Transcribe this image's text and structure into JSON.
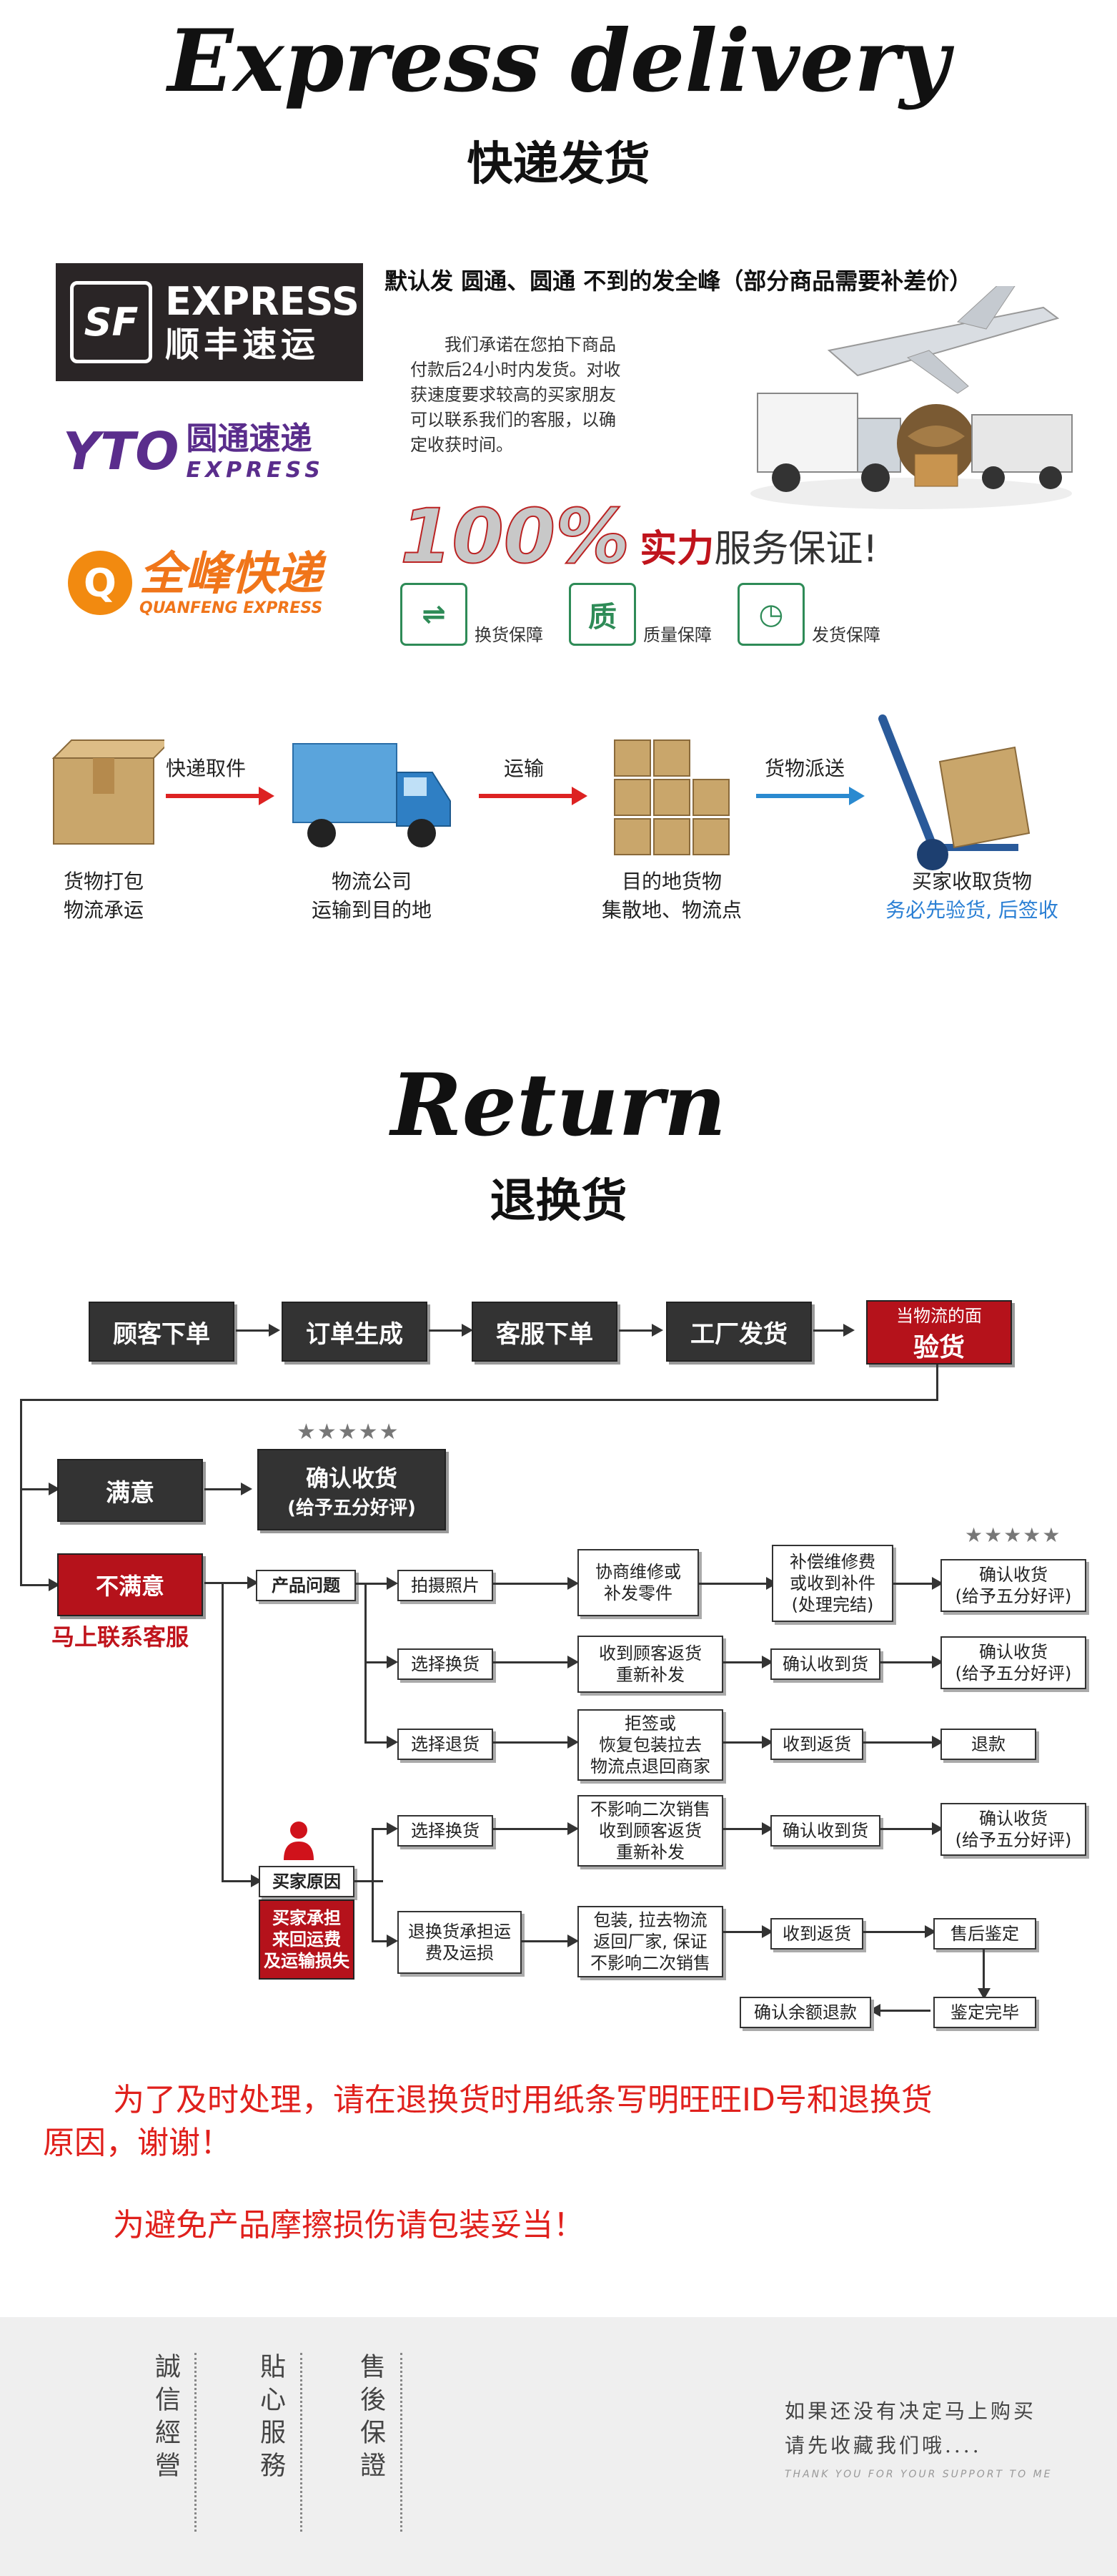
{
  "express": {
    "title_en": "Express delivery",
    "title_cn": "快递发货",
    "carriers": {
      "sf": {
        "en": "EXPRESS",
        "cn": "顺丰速运",
        "mark": "SF"
      },
      "yto": {
        "mark": "YTO",
        "cn": "圆通速递",
        "en": "EXPRESS"
      },
      "qf": {
        "cn": "全峰快递",
        "en": "QUANFENG EXPRESS"
      }
    },
    "default_line": "默认发 圆通、圆通 不到的发全峰（部分商品需要补差价）",
    "promise": [
      "我们承诺在您拍下商品",
      "付款后24小时内发货。对收",
      "获速度要求较高的买家朋友",
      "可以联系我们的客服，以确",
      "定收获时间。"
    ],
    "guarantee_num": "100%",
    "guarantee_bold": "实力",
    "guarantee_rest": "服务保证!",
    "badges": [
      {
        "glyph": "⇌",
        "label": "换货保障"
      },
      {
        "glyph": "质",
        "label": "质量保障"
      },
      {
        "glyph": "◷",
        "label": "发货保障"
      }
    ]
  },
  "flow": {
    "arrow1": "快递取件",
    "arrow2": "运输",
    "arrow3": "货物派送",
    "step1": [
      "货物打包",
      "物流承运"
    ],
    "step2": [
      "物流公司",
      "运输到目的地"
    ],
    "step3": [
      "目的地货物",
      "集散地、物流点"
    ],
    "step4_line1": "买家收取货物",
    "step4_line2": "务必先验货, 后签收"
  },
  "ret": {
    "title_en": "Return",
    "title_cn": "退换货",
    "top": [
      "顾客下单",
      "订单生成",
      "客服下单",
      "工厂发货"
    ],
    "inspect_small": "当物流的面",
    "inspect_big": "验货",
    "satisfied": "满意",
    "confirm": [
      "确认收货",
      "(给予五分好评)"
    ],
    "unsatisfied": "不满意",
    "contact": "马上联系客服",
    "product_issue": "产品问题",
    "photo": "拍摄照片",
    "negotiate": [
      "协商维修或",
      "补发零件"
    ],
    "compensate": [
      "补偿维修费",
      "或收到补件",
      "(处理完结)"
    ],
    "confirm_r1": [
      "确认收货",
      "(给予五分好评)"
    ],
    "exchange": "选择换货",
    "received_resend": [
      "收到顾客返货",
      "重新补发"
    ],
    "confirm_received": "确认收到货",
    "confirm_r2": [
      "确认收货",
      "(给予五分好评)"
    ],
    "return_goods": "选择退货",
    "refuse": [
      "拒签或",
      "恢复包装拉去",
      "物流点退回商家"
    ],
    "received_return": "收到返货",
    "refund": "退款",
    "buyer_reason": "买家原因",
    "buyer_bear": [
      "买家承担",
      "来回运费",
      "及运输损失"
    ],
    "exchange2": "选择换货",
    "no_affect": [
      "不影响二次销售",
      "收到顾客返货",
      "重新补发"
    ],
    "confirm_received2": "确认收到货",
    "confirm_r4": [
      "确认收货",
      "(给予五分好评)"
    ],
    "bear_ship": [
      "退换货承担运",
      "费及运损"
    ],
    "pack": [
      "包装, 拉去物流",
      "返回厂家, 保证",
      "不影响二次销售"
    ],
    "received_return2": "收到返货",
    "aftersale": "售后鉴定",
    "done": "鉴定完毕",
    "balance": "确认余额退款",
    "stars": "★★★★★"
  },
  "notes": {
    "line1": "为了及时处理，请在退换货时用纸条写明旺旺ID号和退换货",
    "line2": "原因，谢谢！",
    "line3": "为避免产品摩擦损伤请包装妥当！"
  },
  "footer": {
    "col1": "誠信經營",
    "col2": "貼心服務",
    "col3": "售後保證",
    "right1": "如果还没有决定马上购买",
    "right2": "请先收藏我们哦....",
    "right3": "THANK YOU FOR YOUR SUPPORT TO ME"
  }
}
